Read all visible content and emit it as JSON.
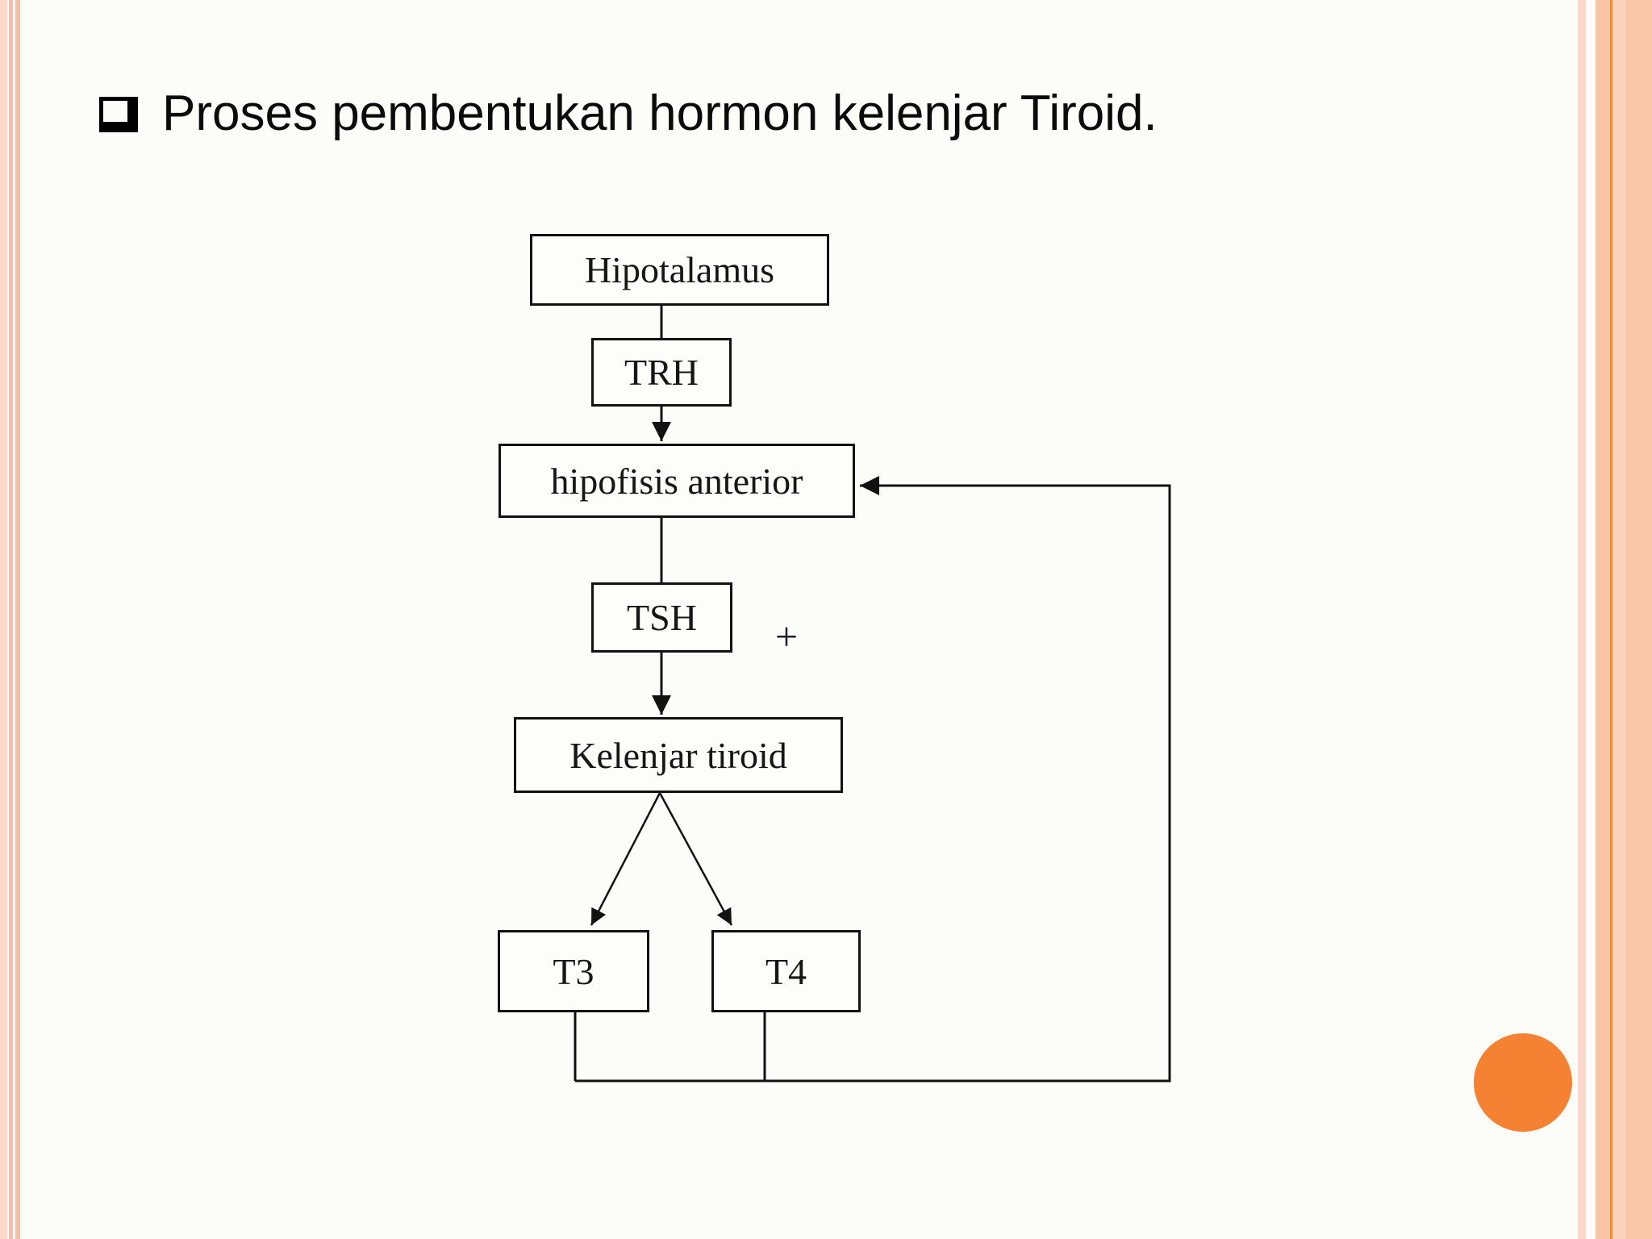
{
  "slide": {
    "title": "Proses pembentukan hormon kelenjar Tiroid.",
    "bullet_icon": "shadowed-square"
  },
  "diagram": {
    "nodes": [
      {
        "id": "hipotalamus",
        "label": "Hipotalamus"
      },
      {
        "id": "trh",
        "label": "TRH"
      },
      {
        "id": "hipofisis-anterior",
        "label": "hipofisis anterior"
      },
      {
        "id": "tsh",
        "label": "TSH"
      },
      {
        "id": "kelenjar-tiroid",
        "label": "Kelenjar tiroid"
      },
      {
        "id": "t3",
        "label": "T3"
      },
      {
        "id": "t4",
        "label": "T4"
      }
    ],
    "plus_annotation": "+",
    "edges": [
      {
        "from": "Hipotalamus",
        "to": "TRH",
        "style": "line"
      },
      {
        "from": "TRH",
        "to": "hipofisis anterior",
        "style": "arrow"
      },
      {
        "from": "hipofisis anterior",
        "to": "TSH",
        "style": "line"
      },
      {
        "from": "TSH",
        "to": "Kelenjar tiroid",
        "style": "arrow",
        "annotation": "+"
      },
      {
        "from": "Kelenjar tiroid",
        "to": "T3",
        "style": "arrow"
      },
      {
        "from": "Kelenjar tiroid",
        "to": "T4",
        "style": "arrow"
      },
      {
        "from": "T3",
        "to": "hipofisis anterior",
        "style": "feedback-arrow"
      },
      {
        "from": "T4",
        "to": "hipofisis anterior",
        "style": "feedback-arrow"
      }
    ]
  },
  "decorations": {
    "circle_color": "#f58233",
    "stripe_salmon": "#f8bda6",
    "stripe_light_pink": "#fbd8ca",
    "right_band_color": "#fac5a4",
    "right_accent_line_color": "#ee8a38"
  }
}
